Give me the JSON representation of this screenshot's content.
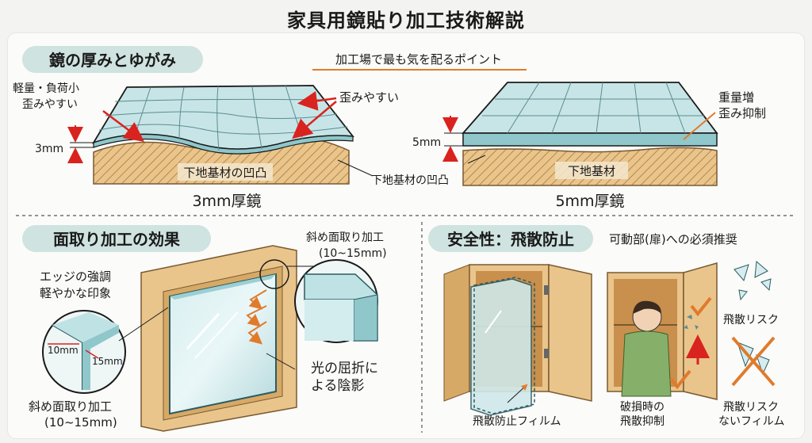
{
  "title": "家具用鏡貼り加工技術解説",
  "section1": {
    "heading": "鏡の厚みとゆがみ",
    "subtitle": "加工場で最も気を配るポイント",
    "left_note_line1": "軽量・負荷小",
    "left_note_line2": "歪みやすい",
    "warp_note": "歪みやすい",
    "thickness_3": "3mm",
    "substrate_left": "下地基材の凹凸",
    "substrate_mid": "下地基材の凹凸",
    "caption_left": "3mm厚鏡",
    "thickness_5": "5mm",
    "substrate_right": "下地基材",
    "right_note_line1": "重量増",
    "right_note_line2": "歪み抑制",
    "caption_right": "5mm厚鏡"
  },
  "section2": {
    "heading": "面取り加工の効果",
    "edge_line1": "エッジの強調",
    "edge_line2": "軽やかな印象",
    "dim_10": "10mm",
    "dim_15": "15mm",
    "bevel_bottom_line1": "斜め面取り加工",
    "bevel_bottom_line2": "(10~15mm)",
    "bevel_top_line1": "斜め面取り加工",
    "bevel_top_line2": "(10~15mm)",
    "refraction_line1": "光の屈折に",
    "refraction_line2": "よる陰影"
  },
  "section3": {
    "heading": "安全性：飛散防止",
    "subtitle": "可動部(扉)への必須推奨",
    "film_label": "飛散防止フィルム",
    "damage_line1": "破損時の",
    "damage_line2": "飛散抑制",
    "risk_label": "飛散リスク",
    "nofilm_line1": "飛散リスク",
    "nofilm_line2": "ないフィルム"
  },
  "colors": {
    "header_bg": "#cfe3e0",
    "glass": "#b9dde0",
    "wood": "#e8c48a",
    "arrow_red": "#d9231f",
    "accent_orange": "#e07b2c"
  }
}
